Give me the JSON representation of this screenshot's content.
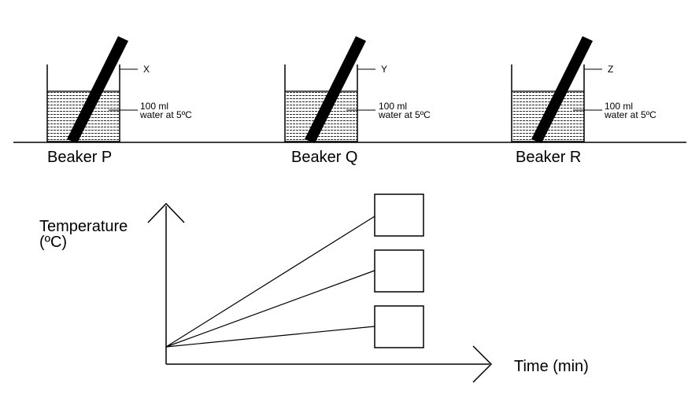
{
  "colors": {
    "ink": "#000000",
    "background": "#ffffff",
    "water_pattern": "#2b2b2b"
  },
  "beakers": [
    {
      "name": "Beaker P",
      "rod_label": "X",
      "water_line1": "100 ml",
      "water_line2": "water at 5ºC"
    },
    {
      "name": "Beaker Q",
      "rod_label": "Y",
      "water_line1": "100 ml",
      "water_line2": "water at 5ºC"
    },
    {
      "name": "Beaker R",
      "rod_label": "Z",
      "water_line1": "100 ml",
      "water_line2": "water at 5ºC"
    }
  ],
  "graph": {
    "y_label_line1": "Temperature",
    "y_label_line2": "(ºC)",
    "x_label": "Time (min)",
    "answer_boxes": [
      "",
      "",
      ""
    ]
  }
}
